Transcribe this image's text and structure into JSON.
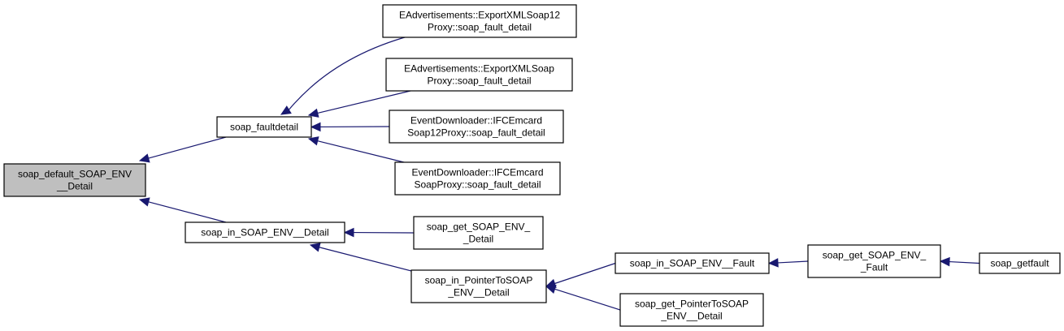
{
  "colors": {
    "edge": "#191970",
    "focus_fill": "#bfbfbf",
    "node_fill": "#ffffff",
    "border": "#000000"
  },
  "nodes": [
    {
      "id": "n0",
      "lines": [
        "soap_default_SOAP_ENV",
        "__Detail"
      ],
      "focus": true
    },
    {
      "id": "n1",
      "lines": [
        "soap_faultdetail"
      ]
    },
    {
      "id": "n2",
      "lines": [
        "soap_in_SOAP_ENV__Detail"
      ]
    },
    {
      "id": "n3",
      "lines": [
        "EAdvertisements::ExportXMLSoap12",
        "Proxy::soap_fault_detail"
      ]
    },
    {
      "id": "n4",
      "lines": [
        "EAdvertisements::ExportXMLSoap",
        "Proxy::soap_fault_detail"
      ]
    },
    {
      "id": "n5",
      "lines": [
        "EventDownloader::IFCEmcard",
        "Soap12Proxy::soap_fault_detail"
      ]
    },
    {
      "id": "n6",
      "lines": [
        "EventDownloader::IFCEmcard",
        "SoapProxy::soap_fault_detail"
      ]
    },
    {
      "id": "n7",
      "lines": [
        "soap_get_SOAP_ENV_",
        "_Detail"
      ]
    },
    {
      "id": "n8",
      "lines": [
        "soap_in_PointerToSOAP",
        "_ENV__Detail"
      ]
    },
    {
      "id": "n9",
      "lines": [
        "soap_in_SOAP_ENV__Fault"
      ]
    },
    {
      "id": "n10",
      "lines": [
        "soap_get_PointerToSOAP",
        "_ENV__Detail"
      ]
    },
    {
      "id": "n11",
      "lines": [
        "soap_get_SOAP_ENV_",
        "_Fault"
      ]
    },
    {
      "id": "n12",
      "lines": [
        "soap_getfault"
      ]
    }
  ],
  "edges": [
    {
      "from": "n1",
      "to": "n0"
    },
    {
      "from": "n2",
      "to": "n0"
    },
    {
      "from": "n3",
      "to": "n1"
    },
    {
      "from": "n4",
      "to": "n1"
    },
    {
      "from": "n5",
      "to": "n1"
    },
    {
      "from": "n6",
      "to": "n1"
    },
    {
      "from": "n7",
      "to": "n2"
    },
    {
      "from": "n8",
      "to": "n2"
    },
    {
      "from": "n9",
      "to": "n8"
    },
    {
      "from": "n10",
      "to": "n8"
    },
    {
      "from": "n11",
      "to": "n9"
    },
    {
      "from": "n12",
      "to": "n11"
    }
  ]
}
